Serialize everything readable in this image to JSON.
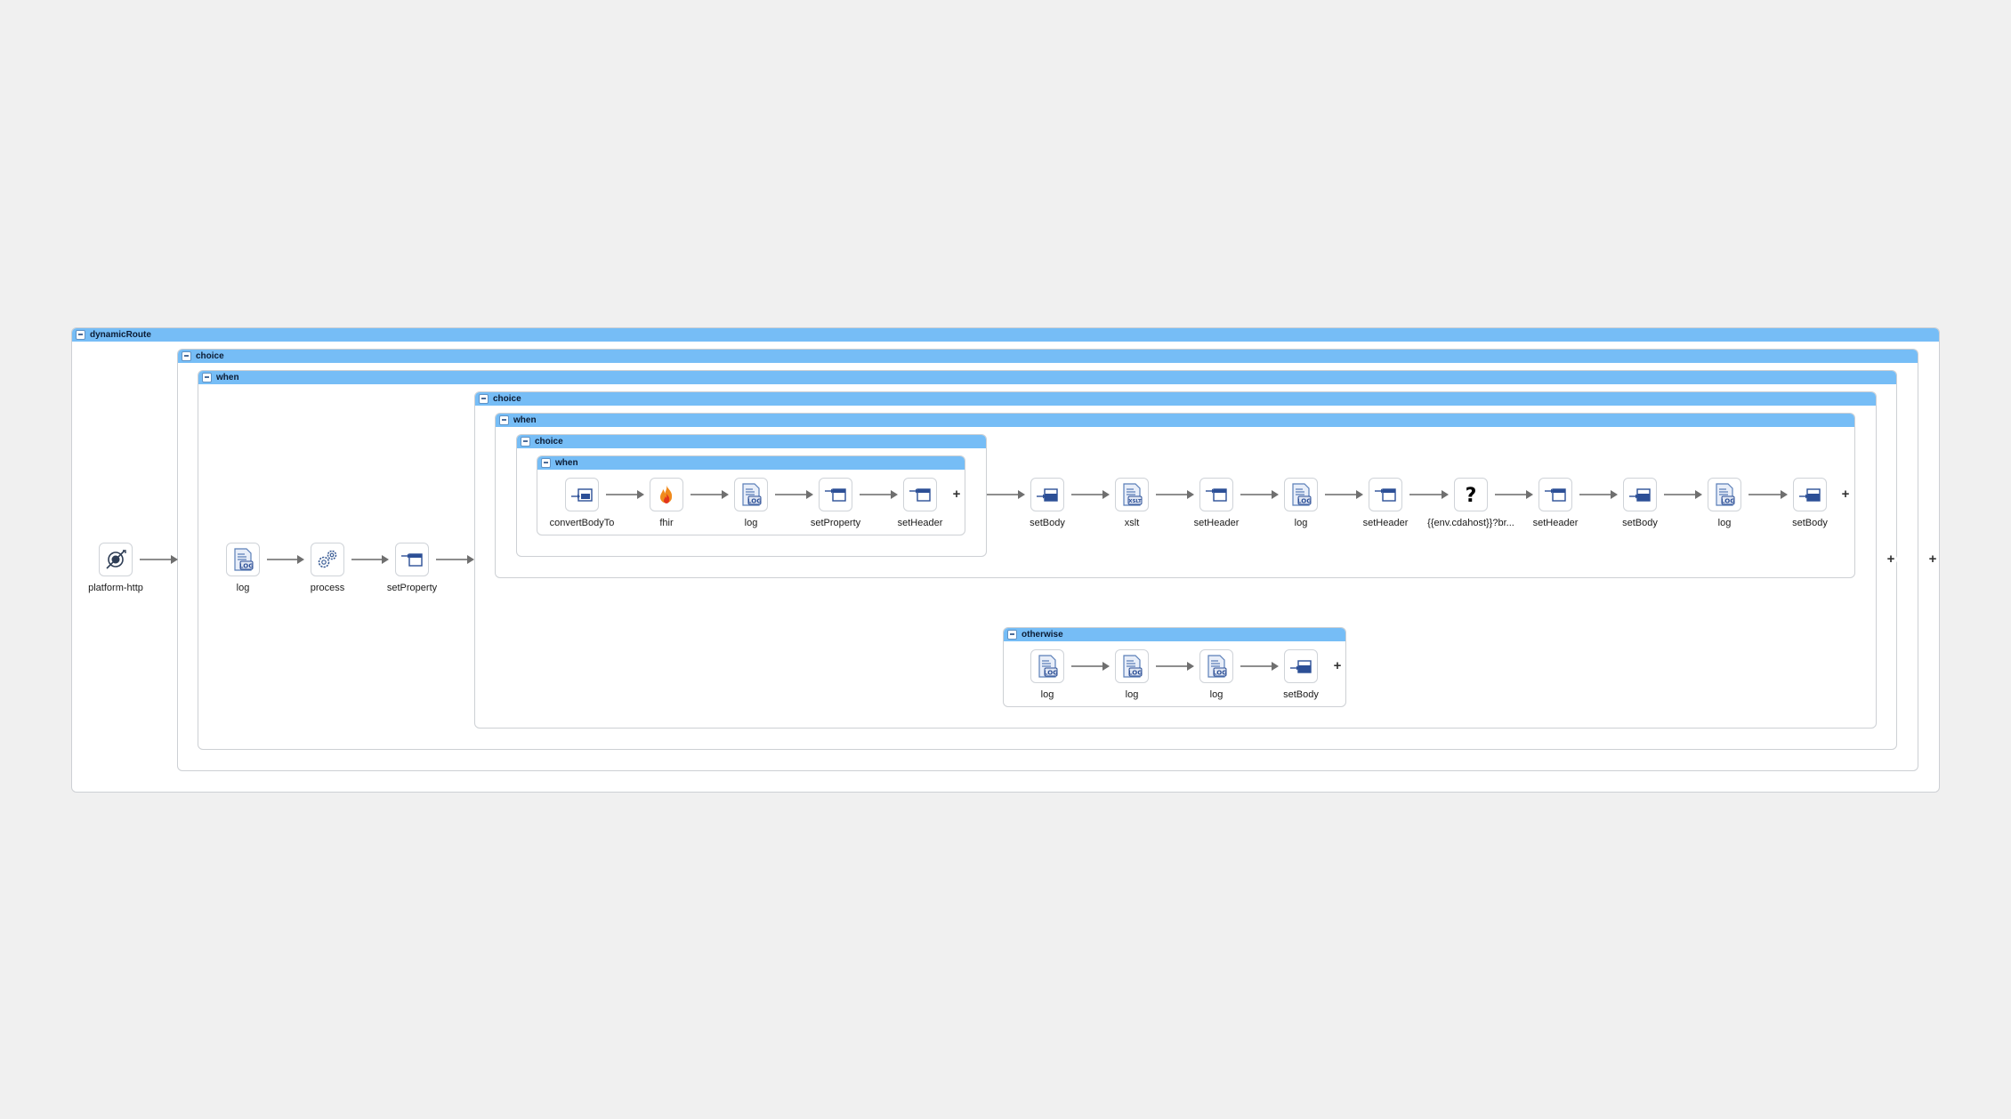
{
  "route": {
    "title": "dynamicRoute",
    "source": "platform-http",
    "pre_steps": [
      "log",
      "process",
      "setProperty"
    ],
    "outer_choice": {
      "title": "choice",
      "when_title": "when",
      "middle_choice": {
        "title": "choice",
        "when": {
          "title": "when",
          "inner_choice": {
            "title": "choice",
            "when": {
              "title": "when",
              "steps": [
                "convertBodyTo",
                "fhir",
                "log",
                "setProperty",
                "setHeader"
              ]
            }
          },
          "steps": [
            "setBody",
            "xslt",
            "setHeader",
            "log",
            "setHeader",
            "{{env.cdahost}}?br...",
            "setHeader",
            "setBody",
            "log",
            "setBody"
          ]
        },
        "otherwise": {
          "title": "otherwise",
          "steps": [
            "log",
            "log",
            "log",
            "setBody"
          ]
        }
      }
    }
  },
  "icons": {
    "platform-http": "http-endpoint-icon",
    "log": "log-document-icon",
    "process": "gears-icon",
    "setProperty": "set-property-icon",
    "setHeader": "set-header-icon",
    "setBody": "set-body-icon",
    "convertBodyTo": "convert-body-icon",
    "fhir": "fhir-flame-icon",
    "xslt": "xslt-document-icon",
    "unknown": "question-mark-icon"
  },
  "colors": {
    "header": "#76bdf6",
    "header_text": "#0b1b33",
    "canvas": "#f0f0f0",
    "icon_blue": "#2c4f96"
  },
  "add_label": "+"
}
